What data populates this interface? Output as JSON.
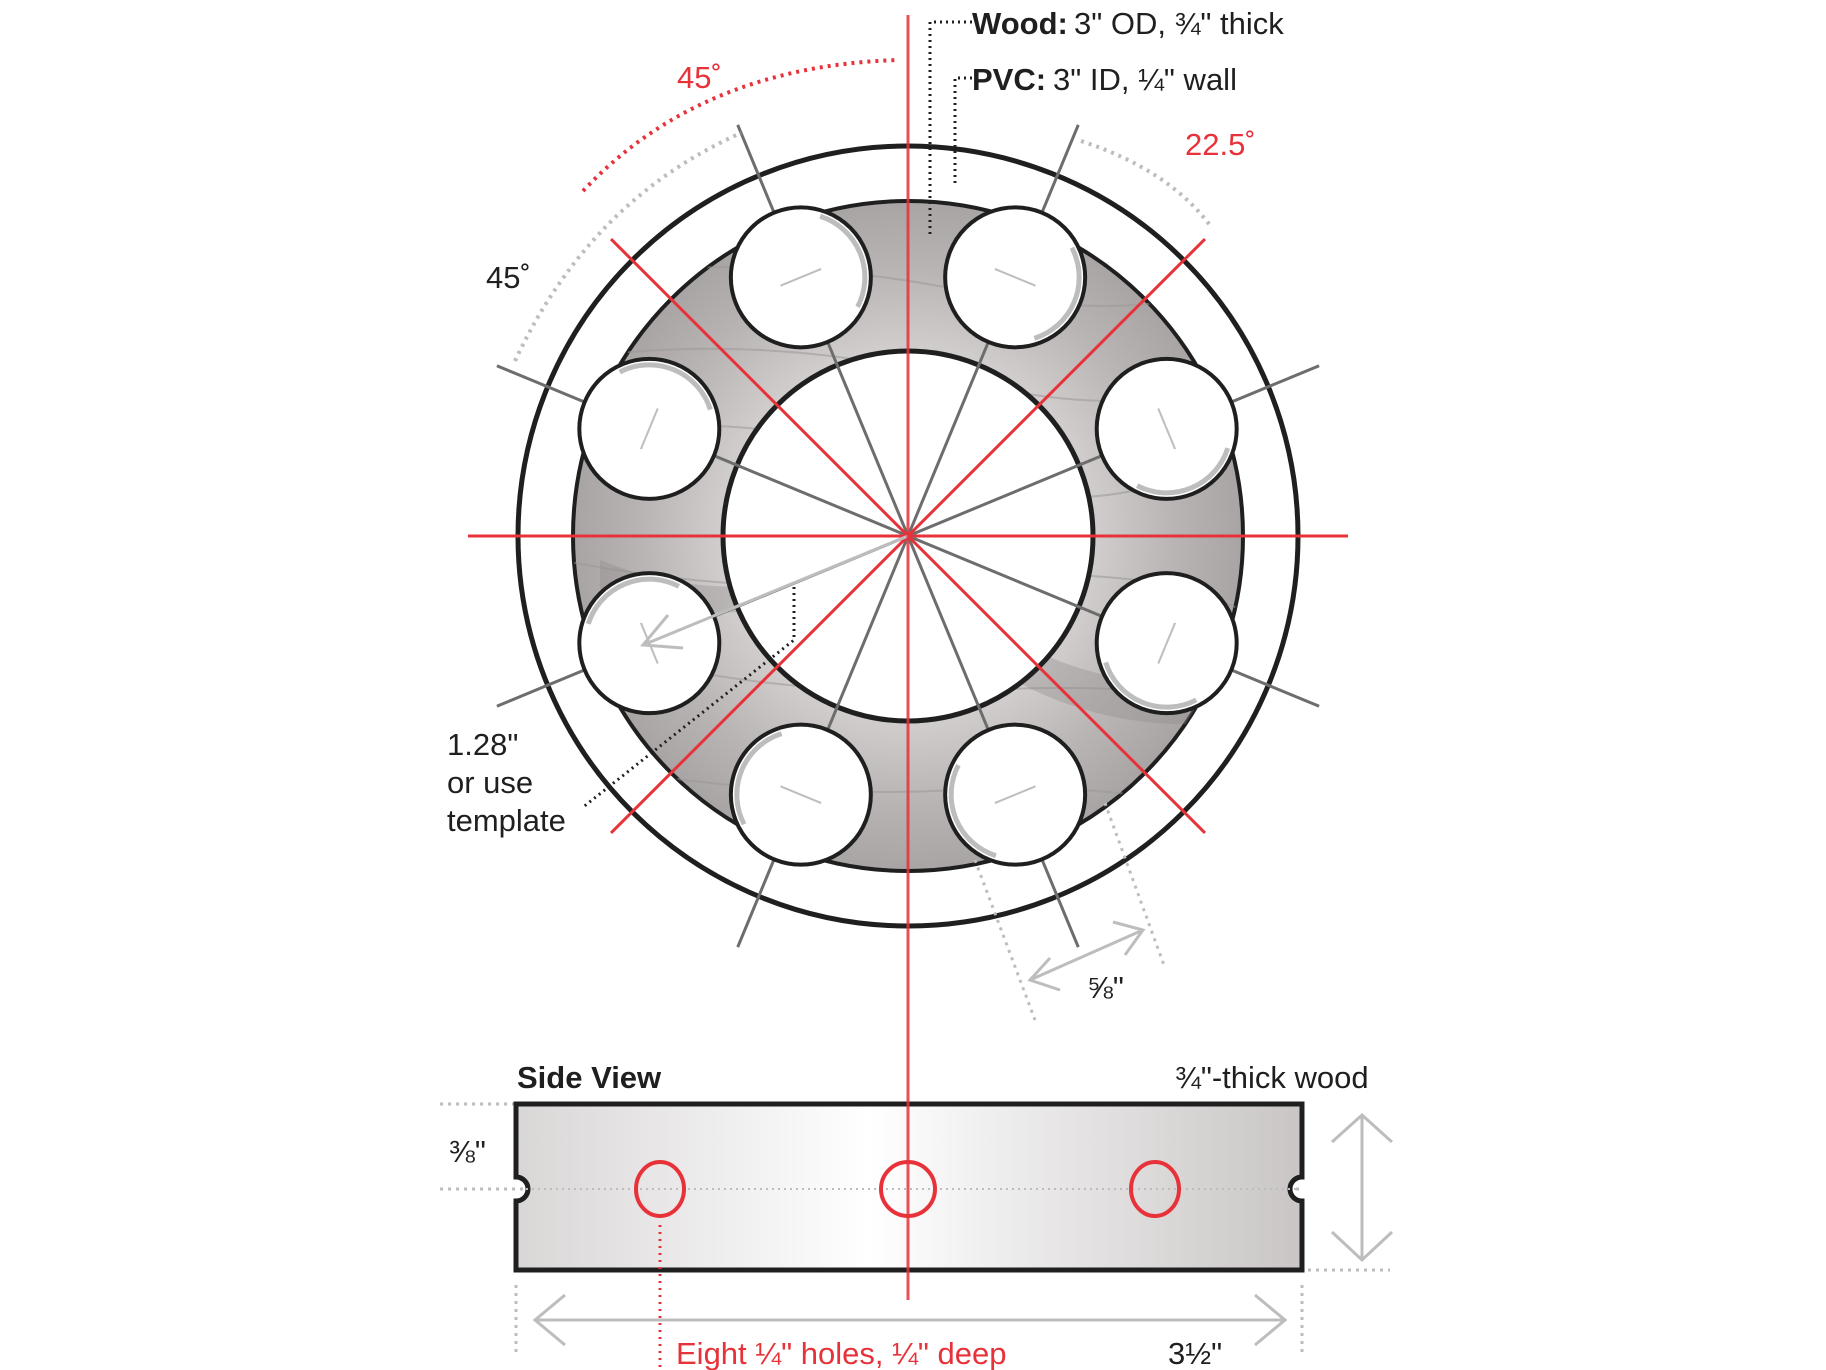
{
  "labels": {
    "wood_name": "Wood:",
    "wood_spec": "3\" OD, ¾\" thick",
    "pvc_name": "PVC:",
    "pvc_spec": "3\" ID, ¼\" wall",
    "angle_45_red": "45˚",
    "angle_22_5": "22.5˚",
    "angle_45_gray": "45˚",
    "offset_line1": "1.28\"",
    "offset_line2": "or use",
    "offset_line3": "template",
    "edge_distance": "⅝\"",
    "side_view_title": "Side View",
    "thickness_note": "¾\"-thick wood",
    "half_thickness": "⅜\"",
    "holes_note": "Eight ¼\" holes, ¼\" deep",
    "width": "3½\""
  },
  "colors": {
    "ink": "#1f1f1f",
    "red": "#e8323a",
    "gray_line": "#6d6d6d",
    "light_gray": "#bdbdbd",
    "ring_fill": "#b8b3b3"
  },
  "top_view": {
    "hole_count": 8,
    "hole_spacing_deg": 45,
    "red_line_count": 4,
    "gray_line_count": 4
  },
  "side_view": {
    "hole_count": 3
  }
}
